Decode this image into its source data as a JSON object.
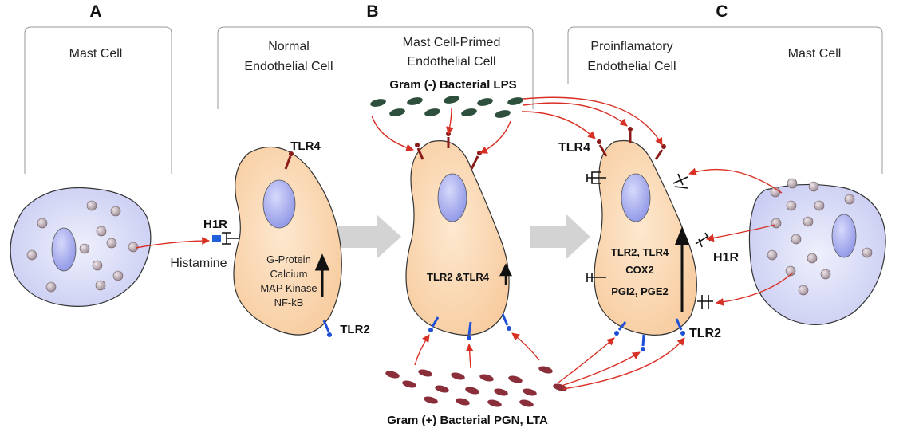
{
  "panels": {
    "a": {
      "letter": "A",
      "header": "Mast Cell"
    },
    "b": {
      "letter": "B",
      "header_left": [
        "Normal",
        "Endothelial Cell"
      ],
      "header_right": [
        "Mast Cell-Primed",
        "Endothelial Cell"
      ]
    },
    "c": {
      "letter": "C",
      "header_left": [
        "Proinflamatory",
        "Endothelial Cell"
      ],
      "header_right": "Mast Cell"
    }
  },
  "ligands": {
    "lps": "Gram (-) Bacterial LPS",
    "pgn": "Gram (+) Bacterial PGN, LTA",
    "histamine": "Histamine"
  },
  "receptors": {
    "h1r": "H1R",
    "tlr4": "TLR4",
    "tlr2": "TLR2"
  },
  "normal_cell": {
    "signals": [
      "G-Protein",
      "Calcium",
      "MAP Kinase",
      "NF-kB"
    ]
  },
  "primed_cell": {
    "upregulated": "TLR2 &TLR4"
  },
  "proinflammatory_cell": {
    "upregulated": [
      "TLR2, TLR4",
      "COX2",
      "PGI2, PGE2"
    ]
  },
  "colors": {
    "cell_fill": "#fcdcb5",
    "nucleus": "#aab0f0",
    "mast_fill": "#dadcf8",
    "arrow_red": "#d93025",
    "tlr4": "#8b1a1a",
    "tlr2": "#1f4fd6",
    "h1r_blue": "#2060d8",
    "granule": "#b6a6ad",
    "lps": "#2e4f3c",
    "pgn": "#8a2f3a",
    "transition_arrow": "#d3d3d3"
  }
}
